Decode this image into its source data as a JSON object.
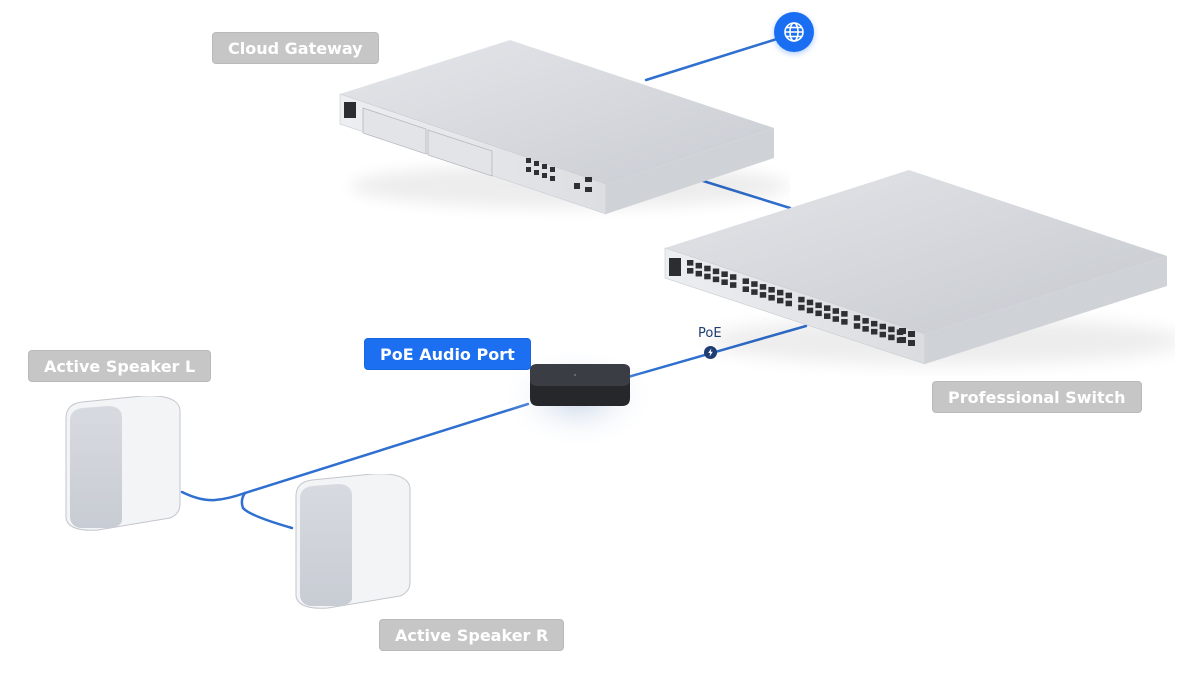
{
  "diagram": {
    "nodes": {
      "cloud_gateway": {
        "label": "Cloud Gateway"
      },
      "professional_switch": {
        "label": "Professional Switch"
      },
      "poe_audio_port": {
        "label": "PoE Audio Port"
      },
      "speaker_left": {
        "label": "Active Speaker L"
      },
      "speaker_right": {
        "label": "Active Speaker R"
      },
      "internet": {
        "icon": "globe-icon"
      }
    },
    "links": [
      {
        "from": "internet",
        "to": "cloud_gateway"
      },
      {
        "from": "cloud_gateway",
        "to": "professional_switch"
      },
      {
        "from": "professional_switch",
        "to": "poe_audio_port",
        "label": "PoE",
        "icon": "lightning-icon"
      },
      {
        "from": "poe_audio_port",
        "to": "speaker_left"
      },
      {
        "from": "poe_audio_port",
        "to": "speaker_right"
      }
    ],
    "colors": {
      "link": "#2f6fcf",
      "accent": "#1a6ef2",
      "label_bg": "#c6c6c6",
      "device_body": "#d9dbe0",
      "audio_port_body": "#33363b"
    }
  }
}
